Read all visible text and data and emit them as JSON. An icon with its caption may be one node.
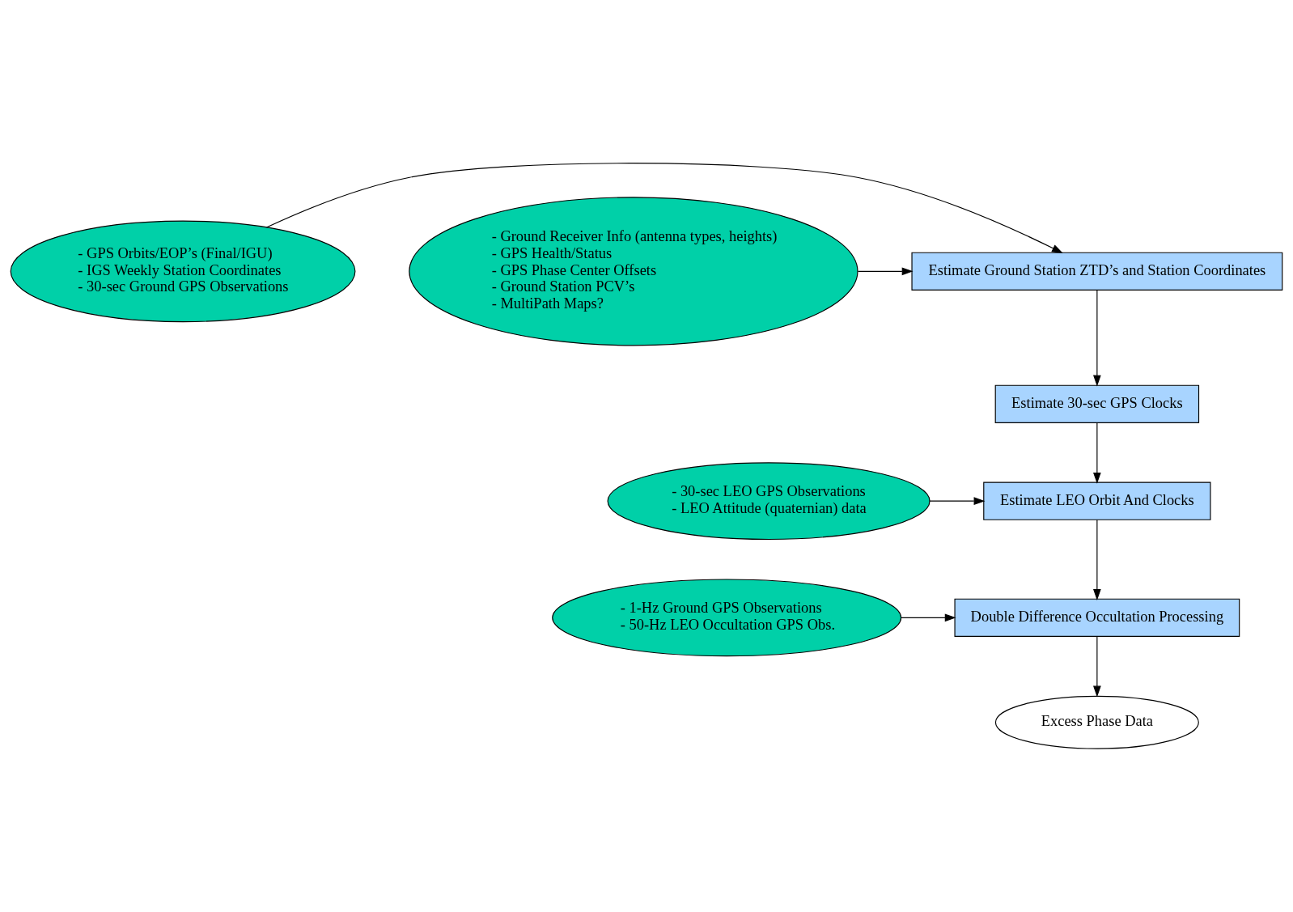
{
  "diagram": {
    "nodes": [
      {
        "text": [
          "- GPS Orbits/EOP’s (Final/IGU)",
          "- IGS Weekly Station Coordinates",
          "- 30-sec Ground GPS Observations"
        ]
      },
      {
        "text": [
          "Estimate Ground Station ZTD’s and Station Coordinates"
        ]
      },
      {
        "text": [
          "- Ground Receiver Info (antenna types, heights)",
          "- GPS Health/Status",
          "- GPS Phase Center Offsets",
          "- Ground Station PCV’s",
          "- MultiPath Maps?"
        ]
      },
      {
        "text": [
          "Estimate 30-sec GPS Clocks"
        ]
      },
      {
        "text": [
          "- 30-sec LEO GPS Observations",
          "- LEO Attitude (quaternian) data"
        ]
      },
      {
        "text": [
          "Estimate LEO Orbit And Clocks"
        ]
      },
      {
        "text": [
          "- 1-Hz Ground GPS Observations",
          "- 50-Hz LEO Occultation GPS Obs."
        ]
      },
      {
        "text": [
          "Double Difference Occultation Processing"
        ]
      },
      {
        "text": [
          "Excess Phase Data"
        ]
      }
    ],
    "edges": [
      {
        "from": 0,
        "to": 1,
        "arrow": "to"
      },
      {
        "from": 2,
        "to": 1,
        "arrow": "to"
      },
      {
        "from": 1,
        "to": 3,
        "arrow": "to"
      },
      {
        "from": 3,
        "to": 5,
        "arrow": "to"
      },
      {
        "from": 4,
        "to": 5,
        "arrow": "to"
      },
      {
        "from": 5,
        "to": 7,
        "arrow": "to"
      },
      {
        "from": 6,
        "to": 7,
        "arrow": "to"
      },
      {
        "from": 7,
        "to": 8,
        "arrow": "to"
      }
    ]
  }
}
